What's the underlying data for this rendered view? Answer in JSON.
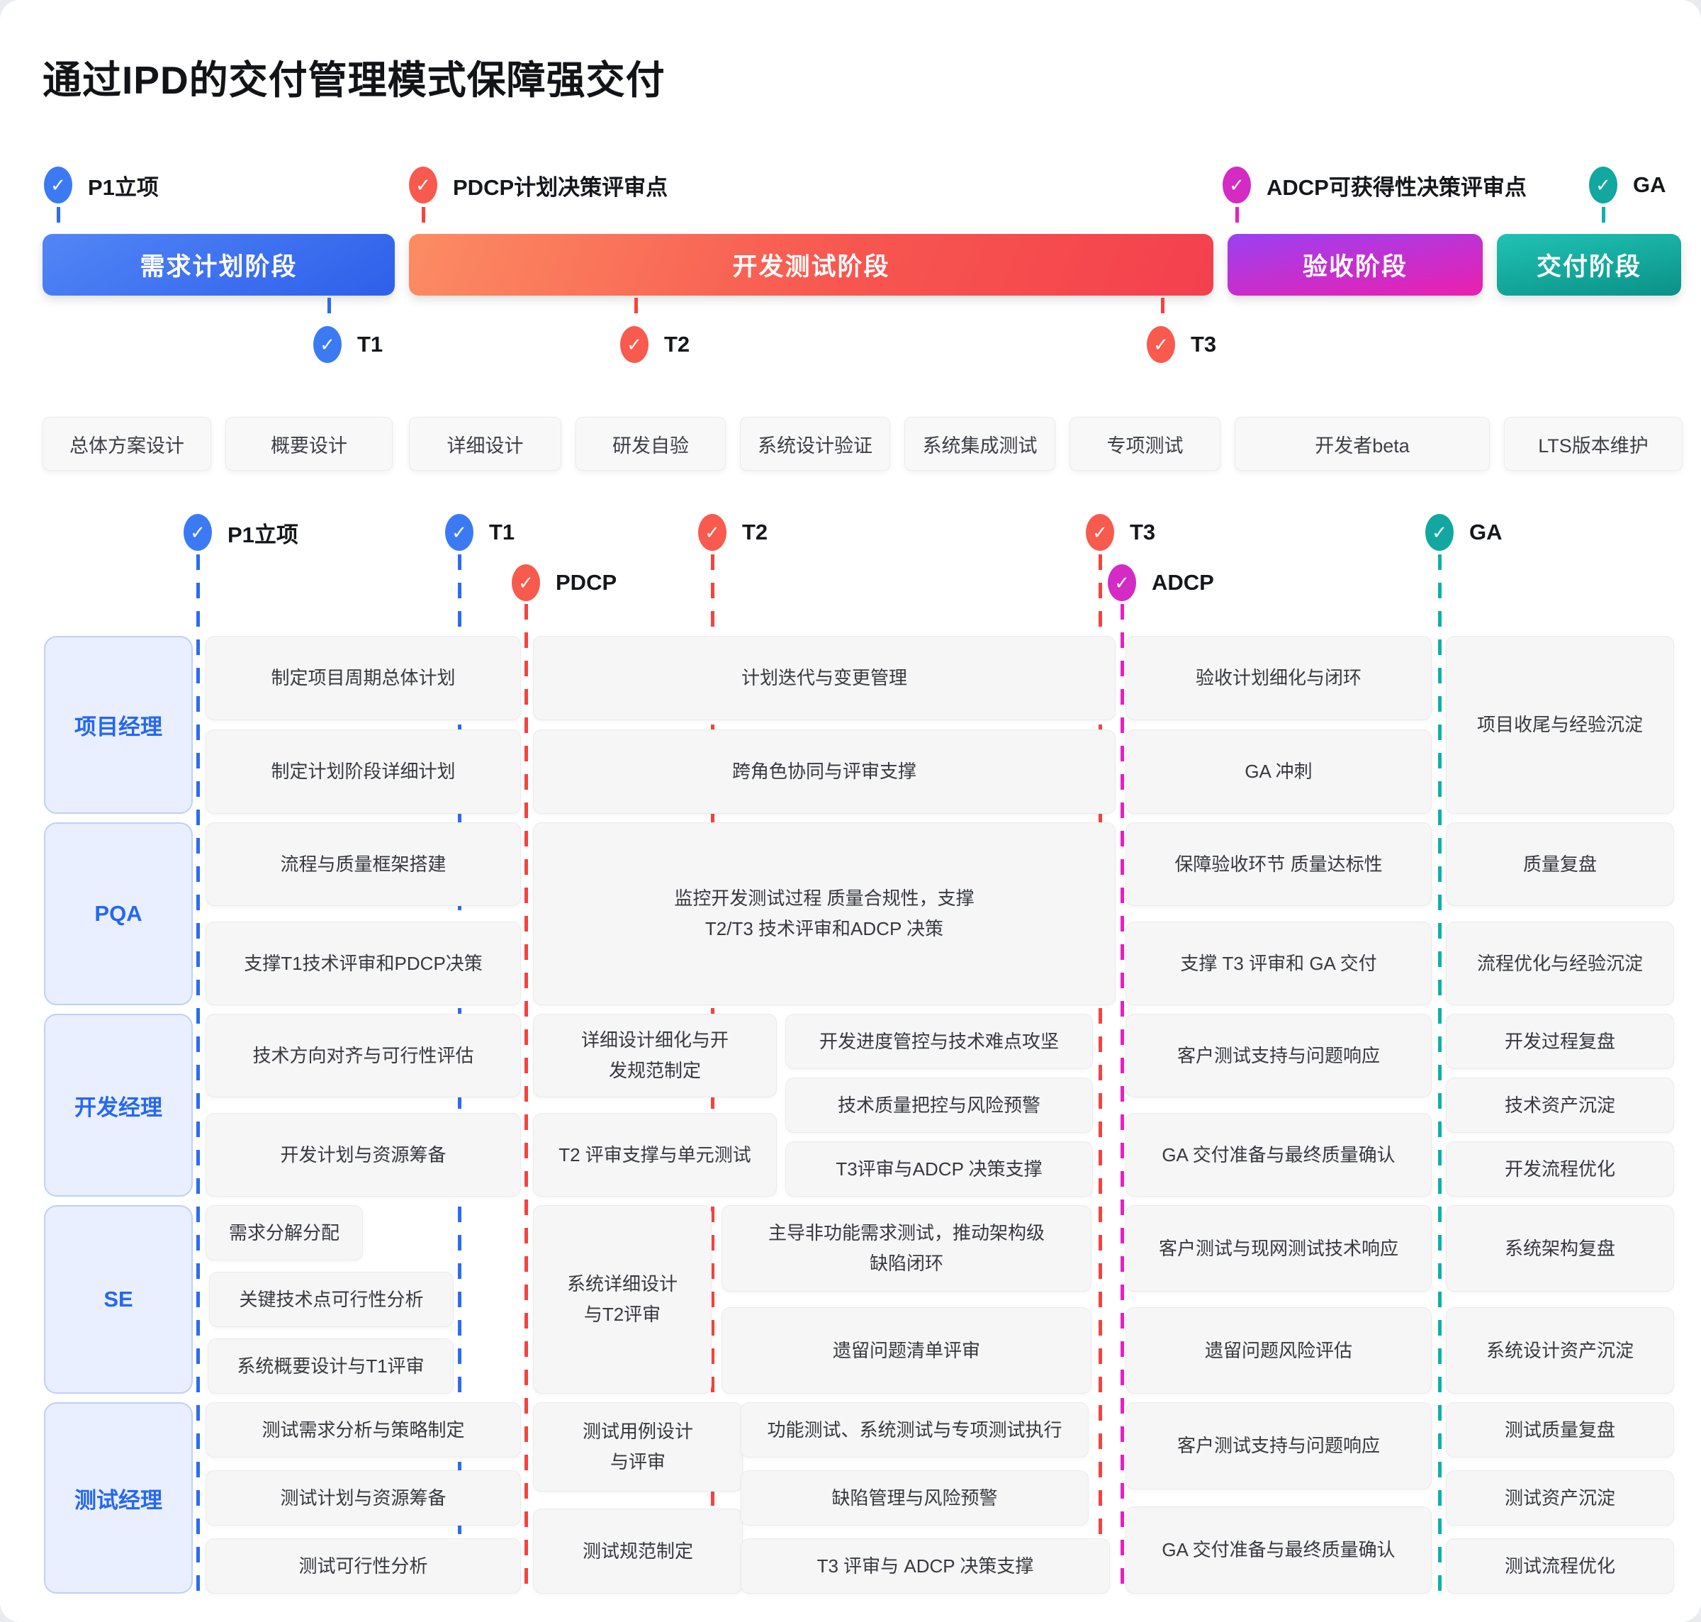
{
  "title": "通过IPD的交付管理模式保障强交付",
  "colors": {
    "blue": "#2e6bf0",
    "red": "#f5433f",
    "magenta": "#d32bc4",
    "teal": "#0fb0a8",
    "phase_blue_gradient": [
      "#5286f6",
      "#2d5fea"
    ],
    "phase_red_gradient": [
      "#fc8c63",
      "#f4404e"
    ],
    "phase_purple_gradient": [
      "#9a41f3",
      "#ec1fae"
    ],
    "phase_teal_gradient": [
      "#20c2b5",
      "#0b9187"
    ],
    "role_bg": "#e9effe",
    "role_text": "#2567f2",
    "task_bg": "#f6f6f7"
  },
  "check_glyph": "✓",
  "timeline": {
    "milestones": [
      {
        "label": "P1立项"
      },
      {
        "label": "PDCP计划决策评审点"
      },
      {
        "label": "ADCP可获得性决策评审点"
      },
      {
        "label": "GA"
      }
    ],
    "phases": [
      {
        "label": "需求计划阶段"
      },
      {
        "label": "开发测试阶段"
      },
      {
        "label": "验收阶段"
      },
      {
        "label": "交付阶段"
      }
    ],
    "tech_reviews": [
      {
        "label": "T1"
      },
      {
        "label": "T2"
      },
      {
        "label": "T3"
      }
    ]
  },
  "stages": [
    {
      "label": "总体方案设计"
    },
    {
      "label": "概要设计"
    },
    {
      "label": "详细设计"
    },
    {
      "label": "研发自验"
    },
    {
      "label": "系统设计验证"
    },
    {
      "label": "系统集成测试"
    },
    {
      "label": "专项测试"
    },
    {
      "label": "开发者beta"
    },
    {
      "label": "LTS版本维护"
    }
  ],
  "markers": {
    "row1": [
      {
        "label": "P1立项"
      },
      {
        "label": "T1"
      },
      {
        "label": "T2"
      },
      {
        "label": "T3"
      },
      {
        "label": "GA"
      }
    ],
    "row2": [
      {
        "label": "PDCP"
      },
      {
        "label": "ADCP"
      }
    ]
  },
  "lanes": [
    {
      "role": "项目经理",
      "boxes": [
        {
          "text": "制定项目周期总体计划"
        },
        {
          "text": "制定计划阶段详细计划"
        },
        {
          "text": "计划迭代与变更管理"
        },
        {
          "text": "跨角色协同与评审支撑"
        },
        {
          "text": "验收计划细化与闭环"
        },
        {
          "text": "GA 冲刺"
        },
        {
          "text": "项目收尾与经验沉淀"
        }
      ]
    },
    {
      "role": "PQA",
      "boxes": [
        {
          "text": "流程与质量框架搭建"
        },
        {
          "text": "支撑T1技术评审和PDCP决策"
        },
        {
          "text": "监控开发测试过程 质量合规性，支撑\nT2/T3 技术评审和ADCP 决策"
        },
        {
          "text": "保障验收环节 质量达标性"
        },
        {
          "text": "支撑 T3 评审和 GA 交付"
        },
        {
          "text": "质量复盘"
        },
        {
          "text": "流程优化与经验沉淀"
        }
      ]
    },
    {
      "role": "开发经理",
      "boxes": [
        {
          "text": "技术方向对齐与可行性评估"
        },
        {
          "text": "开发计划与资源筹备"
        },
        {
          "text": "详细设计细化与开\n发规范制定"
        },
        {
          "text": "T2 评审支撑与单元测试"
        },
        {
          "text": "开发进度管控与技术难点攻坚"
        },
        {
          "text": "技术质量把控与风险预警"
        },
        {
          "text": "T3评审与ADCP 决策支撑"
        },
        {
          "text": "客户测试支持与问题响应"
        },
        {
          "text": "GA 交付准备与最终质量确认"
        },
        {
          "text": "开发过程复盘"
        },
        {
          "text": "技术资产沉淀"
        },
        {
          "text": "开发流程优化"
        }
      ]
    },
    {
      "role": "SE",
      "boxes": [
        {
          "text": "需求分解分配"
        },
        {
          "text": "关键技术点可行性分析"
        },
        {
          "text": "系统概要设计与T1评审"
        },
        {
          "text": "系统详细设计\n与T2评审"
        },
        {
          "text": "主导非功能需求测试，推动架构级\n缺陷闭环"
        },
        {
          "text": "遗留问题清单评审"
        },
        {
          "text": "客户测试与现网测试技术响应"
        },
        {
          "text": "遗留问题风险评估"
        },
        {
          "text": "系统架构复盘"
        },
        {
          "text": "系统设计资产沉淀"
        }
      ]
    },
    {
      "role": "测试经理",
      "boxes": [
        {
          "text": "测试需求分析与策略制定"
        },
        {
          "text": "测试计划与资源筹备"
        },
        {
          "text": "测试可行性分析"
        },
        {
          "text": "测试用例设计\n与评审"
        },
        {
          "text": "测试规范制定"
        },
        {
          "text": "功能测试、系统测试与专项测试执行"
        },
        {
          "text": "缺陷管理与风险预警"
        },
        {
          "text": "T3 评审与 ADCP 决策支撑"
        },
        {
          "text": "客户测试支持与问题响应"
        },
        {
          "text": "GA 交付准备与最终质量确认"
        },
        {
          "text": "测试质量复盘"
        },
        {
          "text": "测试资产沉淀"
        },
        {
          "text": "测试流程优化"
        }
      ]
    }
  ]
}
